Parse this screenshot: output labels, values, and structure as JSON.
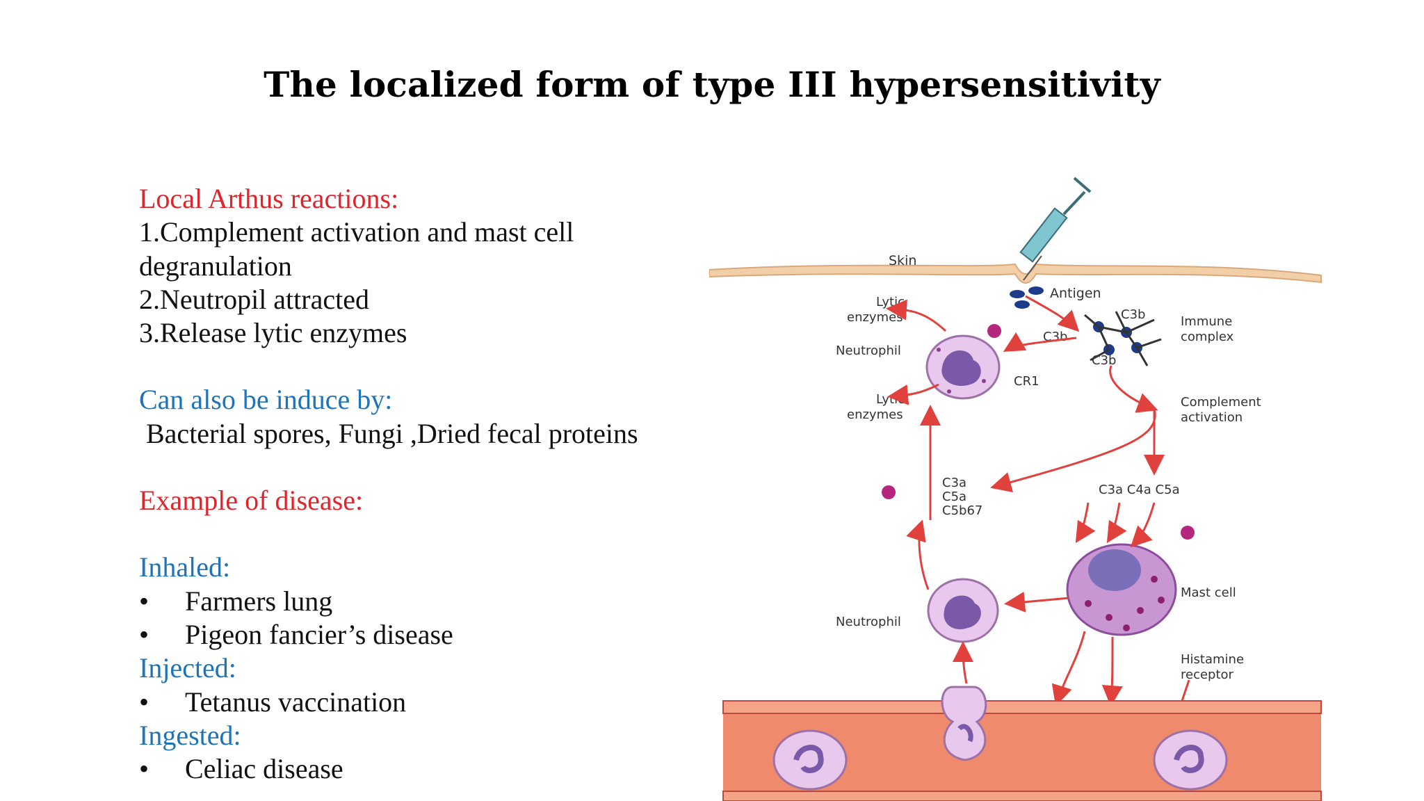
{
  "title": "The localized form of type III hypersensitivity",
  "left": {
    "heading1": "Local Arthus reactions:",
    "steps": [
      "1.Complement activation and mast cell",
      "degranulation",
      "2.Neutropil attracted",
      "3.Release lytic enzymes"
    ],
    "heading2": "Can also be induce by:",
    "induce_text": "Bacterial spores, Fungi ,Dried fecal proteins",
    "heading3": "Example of disease:",
    "inhaled_label": "Inhaled:",
    "inhaled": [
      "Farmers lung",
      "Pigeon fancier’s disease"
    ],
    "injected_label": "Injected:",
    "injected": [
      "Tetanus vaccination"
    ],
    "ingested_label": "Ingested:",
    "ingested": [
      "Celiac disease"
    ],
    "bullet": "•"
  },
  "diagram": {
    "skin": "Skin",
    "antigen": "Antigen",
    "lytic1": [
      "Lytic",
      "enzymes"
    ],
    "lytic2": [
      "Lytic",
      "enzymes"
    ],
    "neutrophil1": "Neutrophil",
    "neutrophil2": "Neutrophil",
    "cr1": "CR1",
    "c3b1": "C3b",
    "c3b2": "C3b",
    "c3b3": "C3b",
    "immune_complex": [
      "Immune",
      "complex"
    ],
    "complement_activation": [
      "Complement",
      "activation"
    ],
    "c_left": [
      "C3a",
      "C5a",
      "C5b67"
    ],
    "c_right": "C3a  C4a  C5a",
    "mast_cell": "Mast cell",
    "histamine": [
      "Histamine",
      "receptor"
    ],
    "colors": {
      "arrow": "#e0413c",
      "cell": "#e8c8ec",
      "nucleus": "#7a5aa8",
      "vessel": "#ef8a6c",
      "skin": "#f2cfa6"
    }
  }
}
